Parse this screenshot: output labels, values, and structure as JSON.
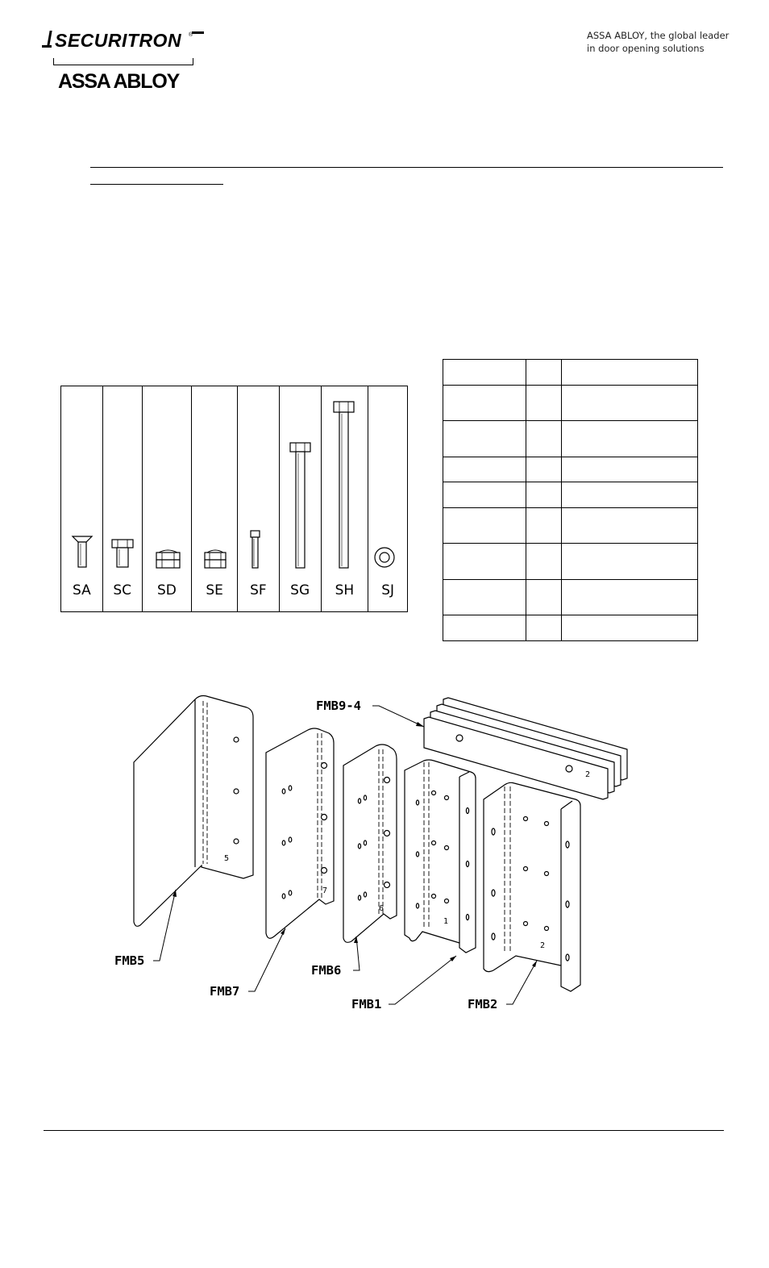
{
  "header": {
    "brand": "SECURITRON",
    "registered": "®",
    "parent_brand": "ASSA ABLOY",
    "tagline_line1": "ASSA ABLOY, the global leader",
    "tagline_line2": "in door opening solutions"
  },
  "hardware": {
    "items": [
      {
        "code": "SA",
        "icon": "flat-head-screw-icon"
      },
      {
        "code": "SC",
        "icon": "hex-bolt-short-icon"
      },
      {
        "code": "SD",
        "icon": "hex-nut-icon"
      },
      {
        "code": "SE",
        "icon": "hex-nut-icon"
      },
      {
        "code": "SF",
        "icon": "cap-screw-icon"
      },
      {
        "code": "SG",
        "icon": "hex-bolt-long-icon"
      },
      {
        "code": "SH",
        "icon": "hex-bolt-extra-long-icon"
      },
      {
        "code": "SJ",
        "icon": "washer-icon"
      }
    ]
  },
  "parts_table": {
    "rows": 9,
    "columns": 3
  },
  "drawing": {
    "callouts": [
      {
        "label": "FMB9-4"
      },
      {
        "label": "FMB5"
      },
      {
        "label": "FMB7"
      },
      {
        "label": "FMB6"
      },
      {
        "label": "FMB1"
      },
      {
        "label": "FMB2"
      }
    ],
    "part_marks": [
      "5",
      "7",
      "6",
      "1",
      "2",
      "2"
    ]
  }
}
